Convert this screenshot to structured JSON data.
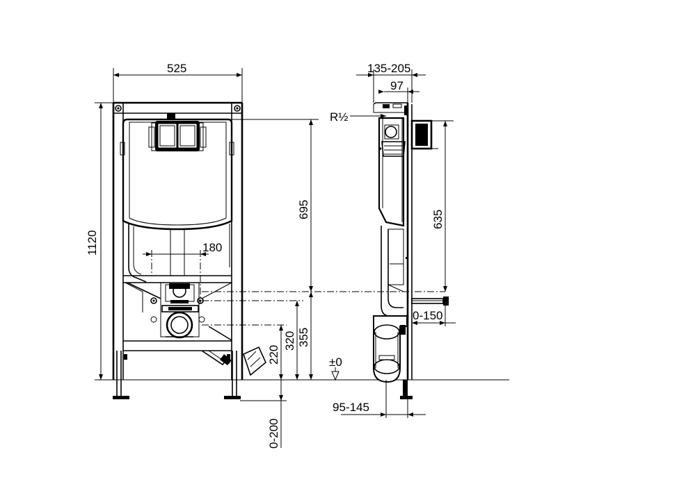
{
  "front_view": {
    "width_label": "525",
    "height_label": "1120",
    "pipe_spacing_label": "180",
    "tank_height_label": "695",
    "connection_height_label": "355",
    "waste_height_label": "320",
    "drain_height_label": "220",
    "foot_adjust_label": "0-200"
  },
  "side_view": {
    "depth_label": "135-205",
    "inner_depth_label": "97",
    "water_inlet_label": "R½",
    "side_height_label": "635",
    "pipe_offset_label": "0-150",
    "floor_level_label": "±0",
    "bottom_depth_label": "95-145"
  }
}
